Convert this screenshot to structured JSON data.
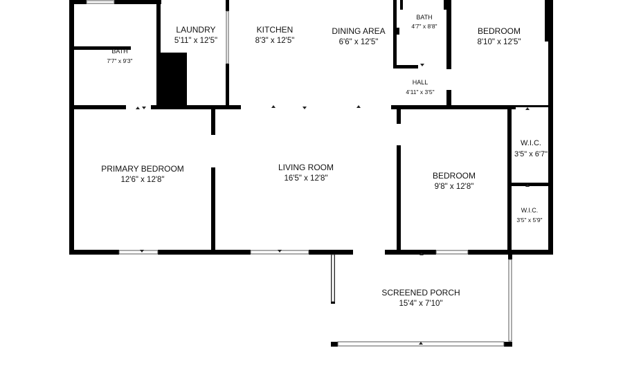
{
  "rooms": {
    "laundry": {
      "name": "LAUNDRY",
      "dims": "5'11\" x 12'5\""
    },
    "kitchen": {
      "name": "KITCHEN",
      "dims": "8'3\" x 12'5\""
    },
    "dining": {
      "name": "DINING AREA",
      "dims": "6'6\" x 12'5\""
    },
    "bath_top": {
      "name": "BATH",
      "dims": "4'7\" x 8'8\""
    },
    "bedroom_top": {
      "name": "BEDROOM",
      "dims": "8'10\" x 12'5\""
    },
    "bath_left": {
      "name": "BATH",
      "dims": "7'7\" x 9'3\""
    },
    "hall": {
      "name": "HALL",
      "dims": "4'11\" x 3'5\""
    },
    "primary_bedroom": {
      "name": "PRIMARY BEDROOM",
      "dims": "12'6\" x 12'8\""
    },
    "living_room": {
      "name": "LIVING ROOM",
      "dims": "16'5\" x 12'8\""
    },
    "bedroom_mid": {
      "name": "BEDROOM",
      "dims": "9'8\" x 12'8\""
    },
    "wic_top": {
      "name": "W.I.C.",
      "dims": "3'5\" x 6'7\""
    },
    "wic_bottom": {
      "name": "W.I.C.",
      "dims": "3'5\" x 5'9\""
    },
    "porch": {
      "name": "SCREENED PORCH",
      "dims": "15'4\" x 7'10\""
    }
  },
  "colors": {
    "wall": "#000000",
    "background": "#ffffff",
    "window": "#555555"
  }
}
